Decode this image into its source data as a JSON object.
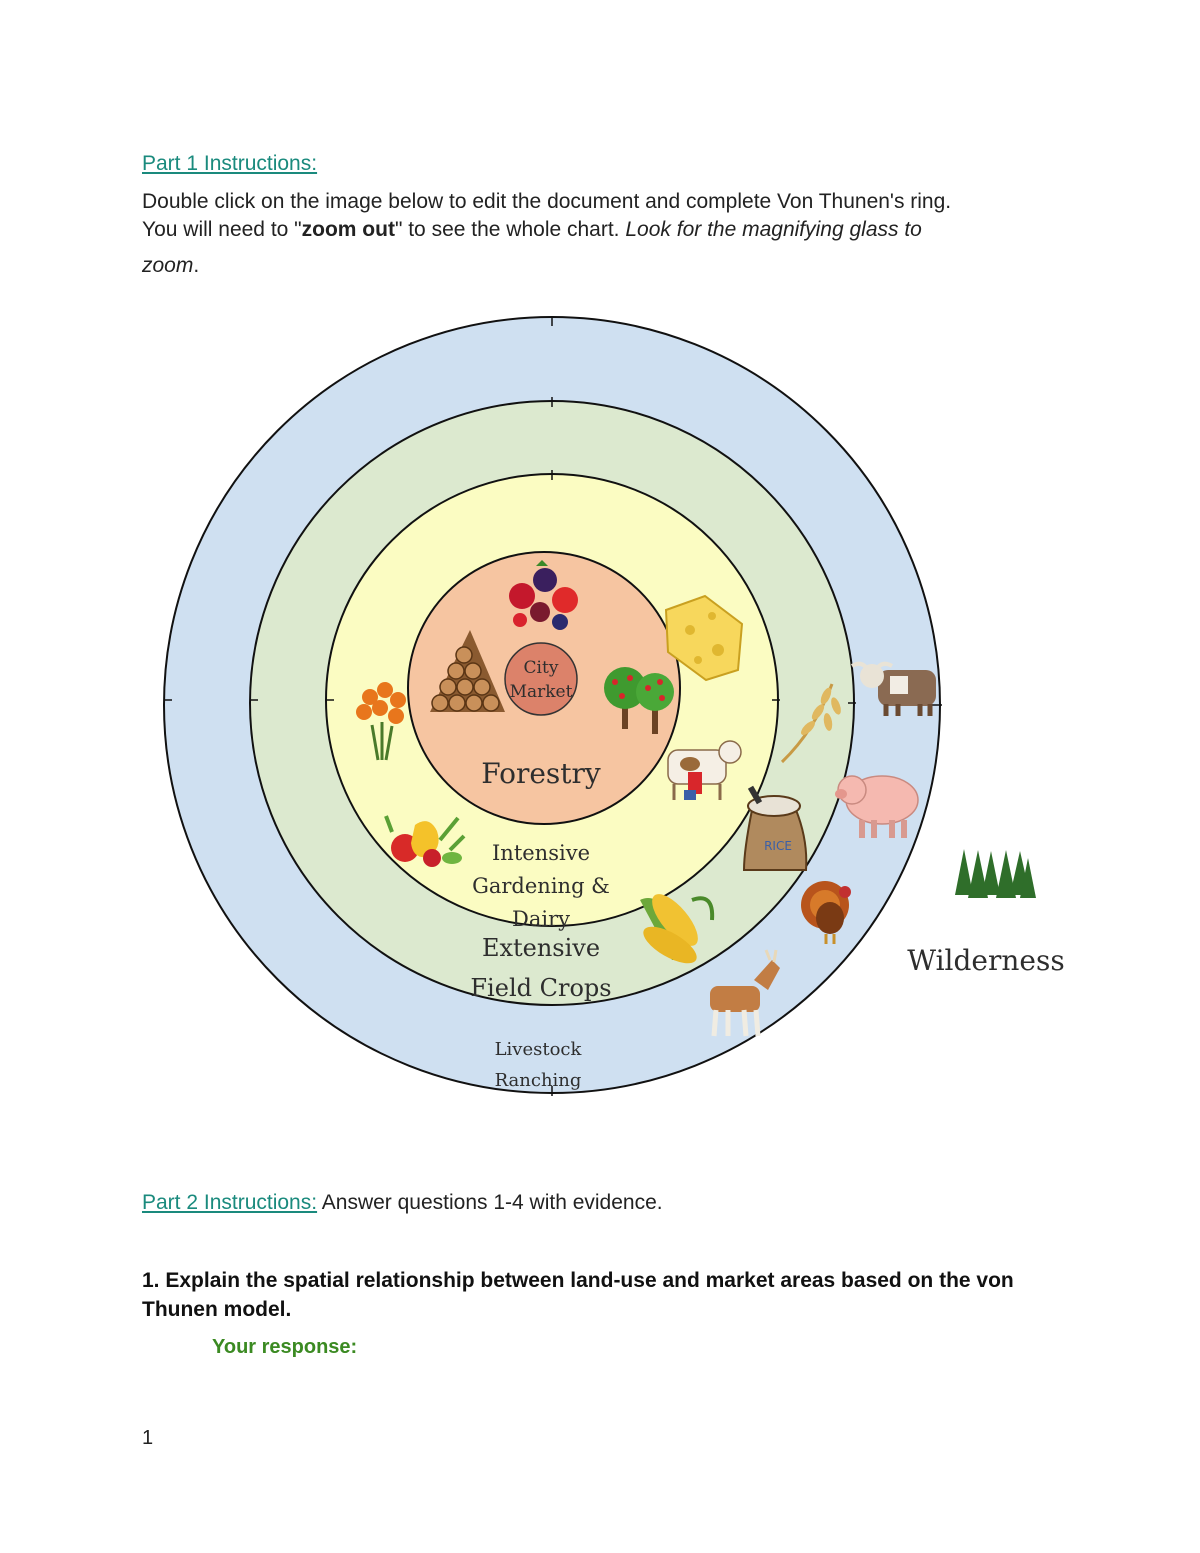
{
  "part1": {
    "heading": "Part 1 Instructions:",
    "line1": "Double click on the image below to edit the document and complete Von Thunen's ring.",
    "line2_a": "You will need to \"",
    "line2_bold": "zoom out",
    "line2_b": "\" to see the whole chart. ",
    "line2_italic": "Look for the magnifying glass to",
    "line3_italic": "zoom",
    "line3_end": "."
  },
  "diagram": {
    "center_line1": "City",
    "center_line2": "Market",
    "ring1_label": "Forestry",
    "ring2_line1": "Intensive",
    "ring2_line2": "Gardening &",
    "ring2_line3": "Dairy",
    "ring3_line1": "Extensive",
    "ring3_line2": "Field Crops",
    "ring4_line1": "Livestock",
    "ring4_line2": "Ranching",
    "outside_label": "Wilderness",
    "sack_text": "RICE",
    "colors": {
      "center": "#dc826a",
      "ring1": "#f6c5a1",
      "ring2": "#fbfcc2",
      "ring3": "#dce9cf",
      "ring4": "#cfe0f1"
    },
    "icons": [
      "berries-icon",
      "firewood-icon",
      "fruit-trees-icon",
      "cheese-icon",
      "flowers-icon",
      "dairy-cow-icon",
      "vegetables-icon",
      "wheat-icon",
      "grain-sack-icon",
      "corn-icon",
      "longhorn-cattle-icon",
      "pig-icon",
      "turkey-icon",
      "goat-icon",
      "forest-icon"
    ]
  },
  "part2": {
    "heading": "Part 2 Instructions:",
    "text": " Answer questions 1-4 with evidence."
  },
  "question1": {
    "text": "1. Explain the spatial relationship between land-use and market areas based on the von Thunen model.",
    "response_label": "Your response:"
  },
  "page_number": "1"
}
